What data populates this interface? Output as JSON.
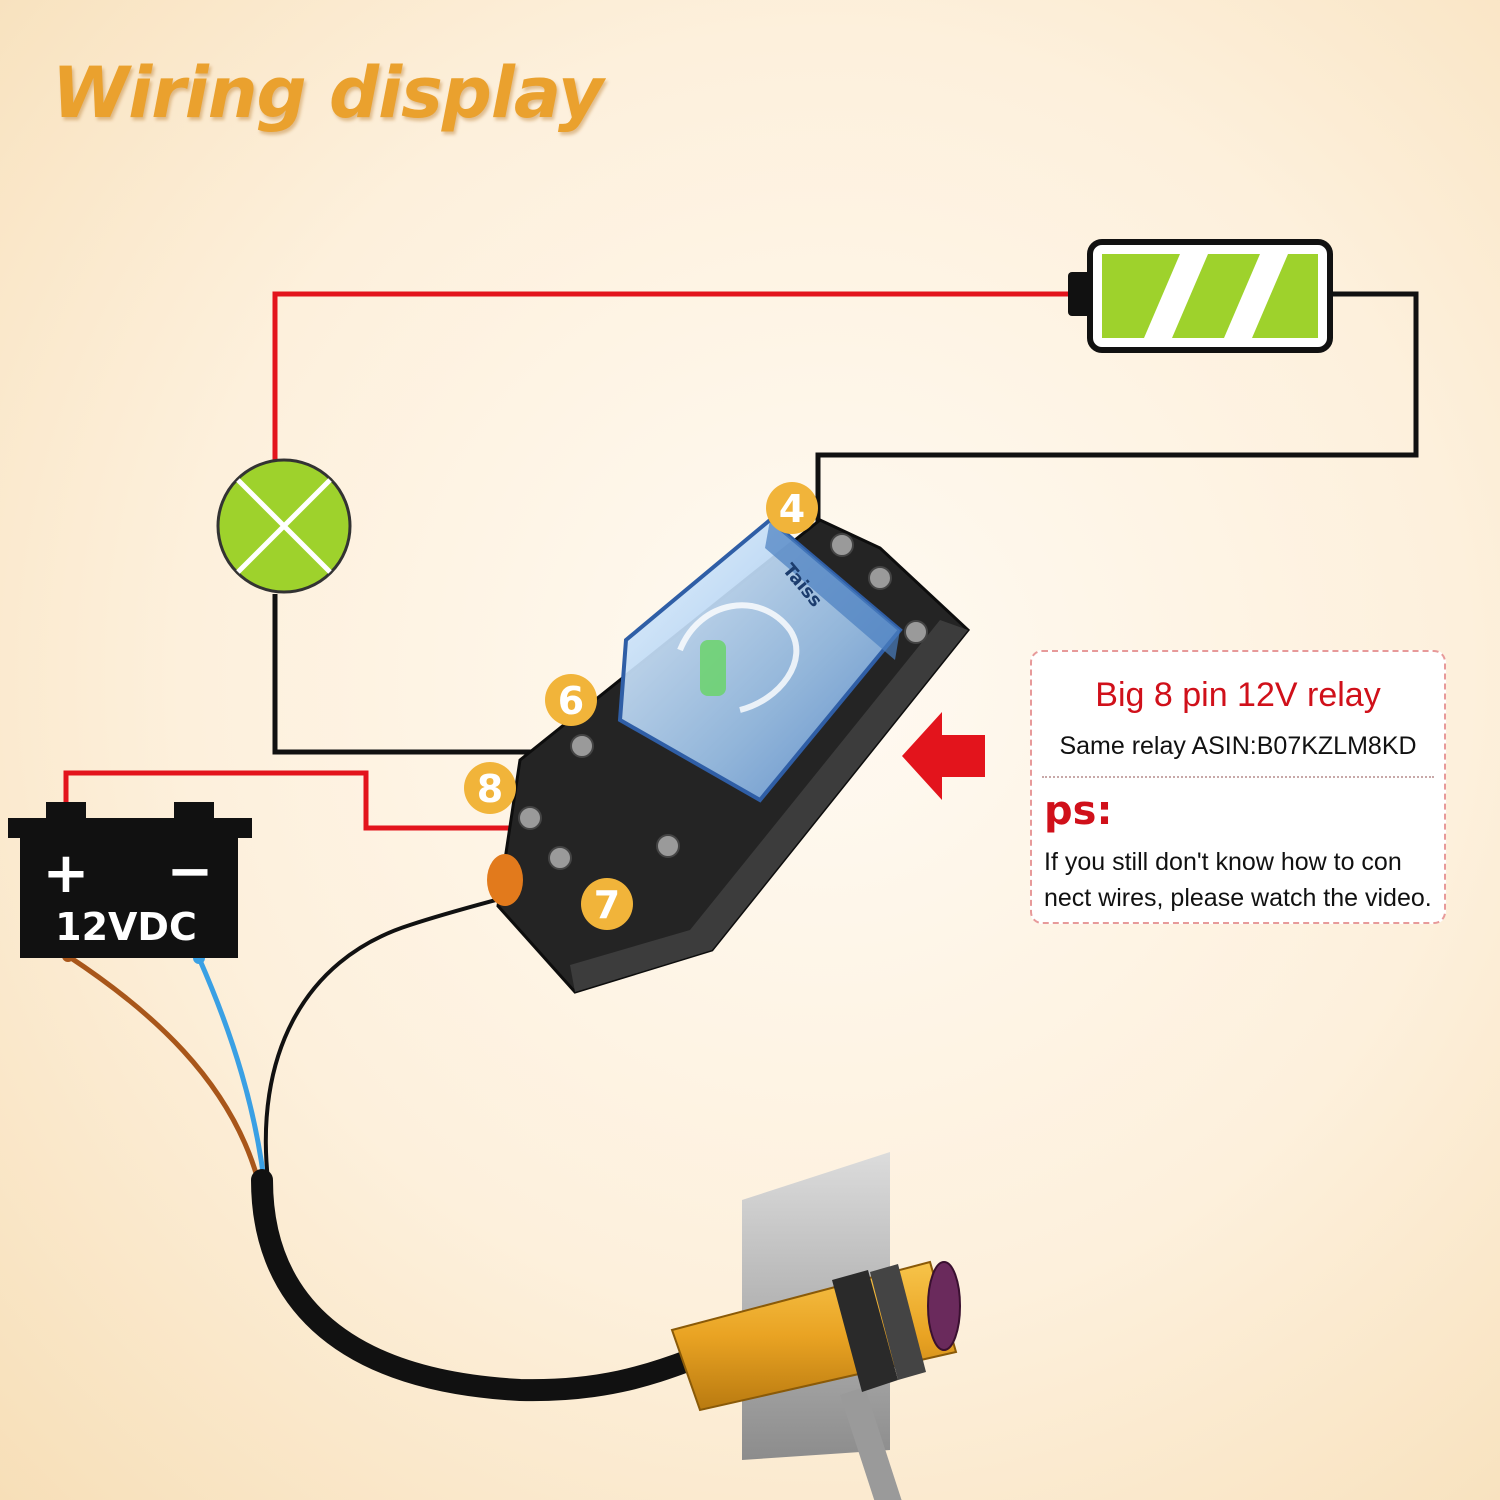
{
  "title": "Wiring display",
  "relay_info": {
    "heading": "Big 8 pin 12V relay",
    "asin_line": "Same relay ASIN:B07KZLM8KD",
    "ps_label": "ps:",
    "note_lines": [
      "If you still don't know how to con",
      "nect wires, please watch the video."
    ]
  },
  "power_supply": {
    "label": "12VDC",
    "positive_sign": "+",
    "negative_sign": "−"
  },
  "relay": {
    "brand": "Taiss",
    "pins": [
      "4",
      "6",
      "8",
      "7"
    ]
  },
  "colors": {
    "title": "#eaa12e",
    "positive_wire": "#e3141c",
    "negative_wire": "#111111",
    "sensor_brown_wire": "#a8561a",
    "sensor_blue_wire": "#3aa0e4",
    "battery_fill": "#9ed22c",
    "lamp_fill": "#9ed22c",
    "pin_badge": "#f1b43a",
    "info_heading": "#d0101a"
  },
  "icons": {
    "lamp": "lamp-icon",
    "battery": "battery-icon",
    "power_supply": "dc-power-supply-icon",
    "relay": "relay-icon",
    "sensor": "photoelectric-sensor-icon",
    "arrow": "red-arrow-icon"
  }
}
